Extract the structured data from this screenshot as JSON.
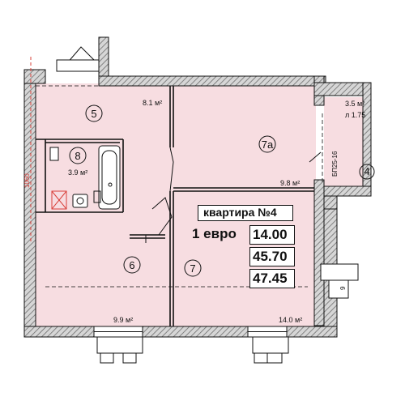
{
  "apartment": {
    "title": "квартира №4",
    "type": "1 евро",
    "living_area": "14.00",
    "total_area": "45.70",
    "total_area_with_balcony": "47.45"
  },
  "rooms": [
    {
      "id": "5",
      "area": "8.1 м²"
    },
    {
      "id": "7а",
      "area": "9.8 м²"
    },
    {
      "id": "8",
      "area": "3.9 м²"
    },
    {
      "id": "6",
      "area": "9.9 м²"
    },
    {
      "id": "7",
      "area": "14.0 м²"
    },
    {
      "id": "4",
      "area": "3.5 м²",
      "coefficient": "л 1.75"
    }
  ],
  "marks": {
    "balcony_slab": "БП25-16",
    "side_mark": "9",
    "left_dim": "1060"
  },
  "colors": {
    "room_fill": "#f7dde1",
    "wall_hatch": "#8a8a8a",
    "line": "#111111",
    "accent_red": "#d9403a"
  }
}
